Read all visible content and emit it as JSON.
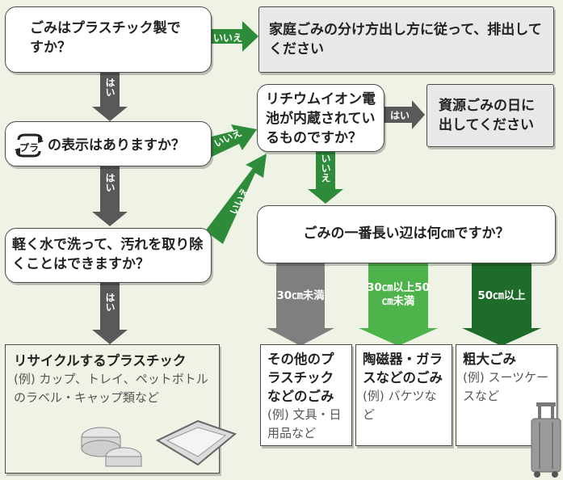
{
  "nodes": {
    "q1": "ごみはプラスチック製ですか？",
    "end_household": "家庭ごみの分け方出し方に従って、排出してください",
    "q2": "の表示はありますか？",
    "q2_mark": "プラ",
    "q3": "リチウムイオン電池が内蔵されているものですか？",
    "end_resource": "資源ごみの日に出してください",
    "q4": "軽く水で洗って、汚れを取り除くことはできますか？",
    "q5": "ごみの一番長い辺は何㎝ですか？",
    "recycle_title": "リサイクルするプラスチック",
    "recycle_example": "(例) カップ、トレイ、ペットボトルのラベル・キャップ類など",
    "other_title": "その他のプラスチックなどのごみ",
    "other_example": "(例) 文具・日用品など",
    "ceramic_title": "陶磁器・ガラスなどのごみ",
    "ceramic_example": "(例) バケツなど",
    "bulky_title": "粗大ごみ",
    "bulky_example": "(例) スーツケースなど"
  },
  "edges": {
    "yes": "はい",
    "no": "いいえ",
    "size_small": "30㎝未満",
    "size_mid": "30㎝以上50㎝未満",
    "size_large": "50㎝以上"
  },
  "colors": {
    "gray_arrow": "#7f7f7f",
    "dark_arrow": "#595959",
    "green_arrow": "#2e8b3a",
    "light_green": "#4db34a",
    "dark_green": "#1f6b2a",
    "background": "#eef3e6"
  }
}
